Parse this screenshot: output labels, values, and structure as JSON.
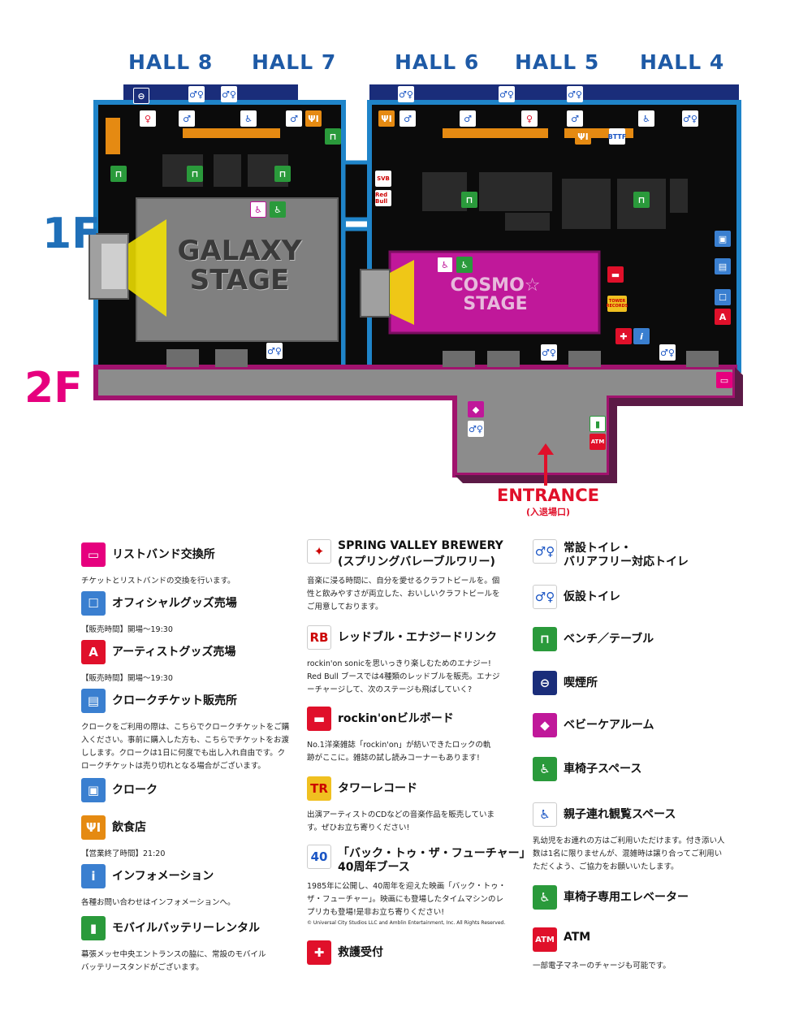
{
  "halls": [
    "HALL 8",
    "HALL 7",
    "HALL 6",
    "HALL 5",
    "HALL 4"
  ],
  "floors": {
    "first": "1F",
    "second": "2F"
  },
  "stages": {
    "galaxy": {
      "line1": "GALAXY",
      "line2": "STAGE"
    },
    "cosmo": {
      "line1": "COSMO☆",
      "line2": "STAGE"
    }
  },
  "entrance": {
    "label": "ENTRANCE",
    "sub": "(入退場口)"
  },
  "map_badges": {
    "tower": "TOWER RECORDS",
    "atm": "ATM",
    "redbull": "Red Bull"
  },
  "colors": {
    "blue": "#1e5aa6",
    "magenta": "#e6007e",
    "orange": "#e58a12",
    "green": "#2a9a3b",
    "red": "#e0102a",
    "stage_gray": "#808080",
    "cosmo": "#c0189a"
  },
  "legend": {
    "col1": [
      {
        "icon": "wristband-icon",
        "title": "リストバンド交換所",
        "desc": [
          "チケットとリストバンドの交換を行います。"
        ]
      },
      {
        "icon": "official-goods-icon",
        "title": "オフィシャルグッズ売場",
        "desc": [
          "【販売時間】開場〜19:30"
        ]
      },
      {
        "icon": "artist-goods-icon",
        "title": "アーティストグッズ売場",
        "desc": [
          "【販売時間】開場〜19:30"
        ]
      },
      {
        "icon": "cloak-ticket-icon",
        "title": "クロークチケット販売所",
        "desc": [
          "クロークをご利用の際は、こちらでクロークチケットをご購",
          "入ください。事前に購入した方も、こちらでチケットをお渡",
          "しします。クロークは1日に何度でも出し入れ自由です。ク",
          "ロークチケットは売り切れとなる場合がございます。"
        ]
      },
      {
        "icon": "cloak-icon",
        "title": "クローク",
        "desc": []
      },
      {
        "icon": "food-icon",
        "title": "飲食店",
        "desc": [
          "【営業終了時間】21:20"
        ]
      },
      {
        "icon": "information-icon",
        "title": "インフォメーション",
        "desc": [
          "各種お問い合わせはインフォメーションへ。"
        ]
      },
      {
        "icon": "battery-icon",
        "title": "モバイルバッテリーレンタル",
        "desc": [
          "幕張メッセ中央エントランスの脇に、常設のモバイル",
          "バッテリースタンドがございます。"
        ]
      }
    ],
    "col2": [
      {
        "icon": "spring-valley-icon",
        "title": "SPRING VALLEY BREWERY",
        "title2": "(スプリングバレーブルワリー)",
        "desc": [
          "音楽に浸る時間に、自分を愛せるクラフトビールを。個",
          "性と飲みやすさが両立した、おいしいクラフトビールを",
          "ご用意しております。"
        ]
      },
      {
        "icon": "redbull-icon",
        "title": "レッドブル・エナジードリンク",
        "desc": [
          "rockin'on sonicを思いっきり楽しむためのエナジー!",
          "Red Bull ブースでは4種類のレッドブルを販売。エナジ",
          "ーチャージして、次のステージも飛ばしていく?"
        ]
      },
      {
        "icon": "billboard-icon",
        "title": "rockin'onビルボード",
        "desc": [
          "No.1洋楽雑誌「rockin'on」が紡いできたロックの軌",
          "跡がここに。雑誌の試し読みコーナーもあります!"
        ]
      },
      {
        "icon": "tower-records-icon",
        "title": "タワーレコード",
        "desc": [
          "出演アーティストのCDなどの音楽作品を販売していま",
          "す。ぜひお立ち寄りください!"
        ]
      },
      {
        "icon": "bttf-icon",
        "title": "「バック・トゥ・ザ・フューチャー」",
        "title2": "40周年ブース",
        "desc": [
          "1985年に公開し、40周年を迎えた映画「バック・トゥ・",
          "ザ・フューチャー」。映画にも登場したタイムマシンのレ",
          "プリカも登場!是非お立ち寄りください!"
        ],
        "note": "© Universal City Studios LLC and Amblin Entertainment, Inc. All Rights Reserved."
      },
      {
        "icon": "first-aid-icon",
        "title": "救護受付",
        "desc": []
      }
    ],
    "col3": [
      {
        "icon": "toilet-icon",
        "title": "常設トイレ・",
        "title2": "バリアフリー対応トイレ",
        "desc": []
      },
      {
        "icon": "temp-toilet-icon",
        "title": "仮設トイレ",
        "desc": []
      },
      {
        "icon": "bench-icon",
        "title": "ベンチ／テーブル",
        "desc": []
      },
      {
        "icon": "smoking-icon",
        "title": "喫煙所",
        "desc": []
      },
      {
        "icon": "baby-care-icon",
        "title": "ベビーケアルーム",
        "desc": []
      },
      {
        "icon": "wheelchair-icon",
        "title": "車椅子スペース",
        "desc": []
      },
      {
        "icon": "family-icon",
        "title": "親子連れ観覧スペース",
        "desc": [
          "乳幼児をお連れの方はご利用いただけます。付き添い人",
          "数は1名に限りませんが、混雑時は譲り合ってご利用い",
          "ただくよう、ご協力をお願いいたします。"
        ]
      },
      {
        "icon": "elevator-icon",
        "title": "車椅子専用エレベーター",
        "desc": []
      },
      {
        "icon": "atm-icon",
        "title": "ATM",
        "desc": [
          "一部電子マネーのチャージも可能です。"
        ]
      }
    ]
  }
}
